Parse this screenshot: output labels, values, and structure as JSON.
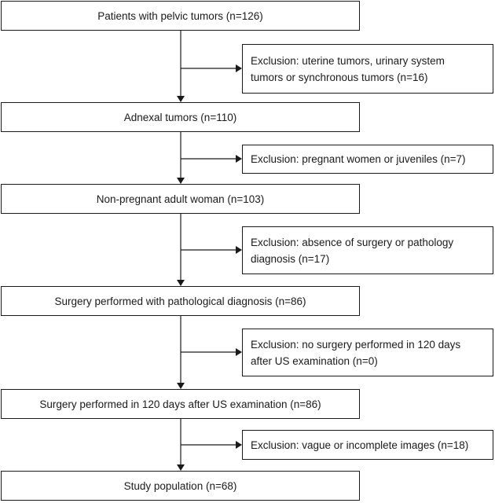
{
  "flow": {
    "steps": [
      {
        "label": "Patients with pelvic tumors (n=126)"
      },
      {
        "label": "Adnexal tumors (n=110)"
      },
      {
        "label": "Non-pregnant adult woman (n=103)"
      },
      {
        "label": "Surgery performed with pathological diagnosis (n=86)"
      },
      {
        "label": "Surgery performed in 120 days after US examination (n=86)"
      },
      {
        "label": "Study population (n=68)"
      }
    ],
    "exclusions": [
      {
        "line1": "Exclusion: uterine tumors, urinary system",
        "line2": "tumors or synchronous tumors (n=16)"
      },
      {
        "line1": "Exclusion: pregnant women or juveniles (n=7)",
        "line2": ""
      },
      {
        "line1": "Exclusion: absence of surgery or pathology",
        "line2": "diagnosis (n=17)"
      },
      {
        "line1": "Exclusion: no surgery performed in 120 days",
        "line2": "after US examination (n=0)"
      },
      {
        "line1": "Exclusion: vague or incomplete images (n=18)",
        "line2": ""
      }
    ]
  }
}
